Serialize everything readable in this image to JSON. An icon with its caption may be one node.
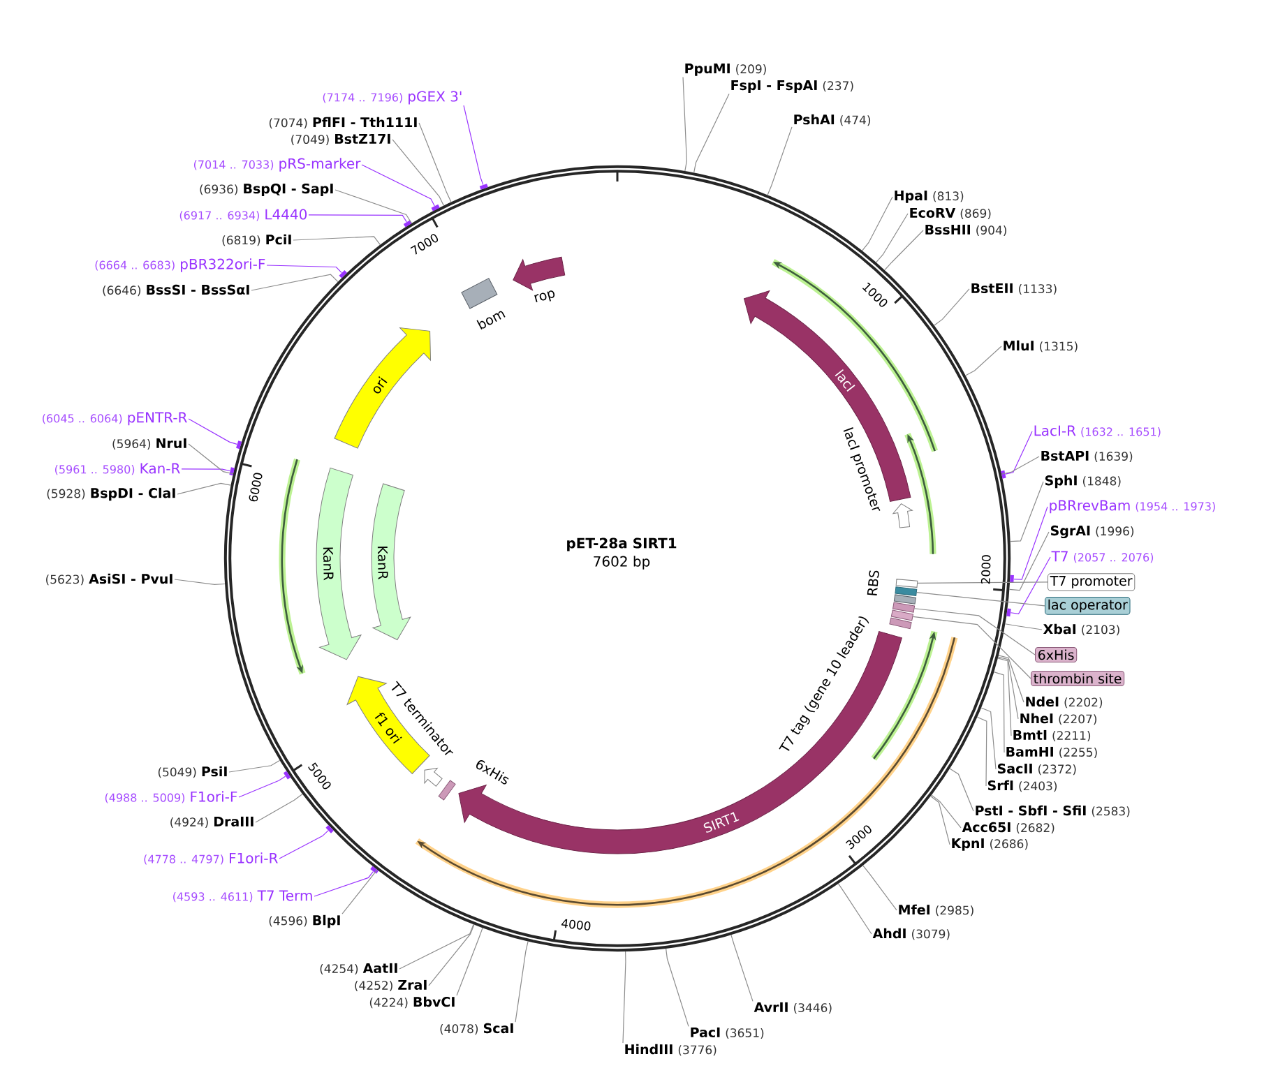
{
  "diagram": {
    "title": "pET-28a SIRT1",
    "nodes": [
      {
        "text": [],
        "shape": "circle"
      },
      {
        "text": [
          "lacI"
        ],
        "in": 0
      },
      {
        "text": [
          "lacI promoter"
        ],
        "in": 0
      },
      {
        "text": [
          "RBS"
        ],
        "in": 0
      },
      {
        "text": [
          "T7 tag (gene 10 leader)"
        ],
        "in": 0
      },
      {
        "text": [
          "SIRT1"
        ],
        "in": 0
      },
      {
        "text": [
          "6xHis"
        ],
        "in": 0
      },
      {
        "text": [
          "T7 terminator"
        ],
        "in": 0
      },
      {
        "text": [
          "f1 ori"
        ],
        "in": 0
      },
      {
        "text": [
          "KanR"
        ],
        "in": 0
      },
      {
        "text": [
          "KanR"
        ],
        "in": 0
      },
      {
        "text": [
          "ori"
        ],
        "in": 0
      },
      {
        "text": [
          "bom"
        ],
        "in": 0
      },
      {
        "text": [
          "rop"
        ],
        "in": 0
      },
      {
        "text": [],
        "shape": "box",
        "in": 0
      },
      {
        "text": [],
        "shape": "box",
        "in": 0
      },
      {
        "text": [],
        "shape": "box",
        "in": 0
      },
      {
        "text": [],
        "shape": "box",
        "in": 0
      },
      {
        "text": [
          "PpuMI",
          "(209)"
        ]
      },
      {
        "text": [
          "FspI - FspAI",
          "(237)"
        ]
      },
      {
        "text": [
          "PshAI",
          "(474)"
        ]
      },
      {
        "text": [
          "HpaI",
          "(813)"
        ]
      },
      {
        "text": [
          "EcoRV",
          "(869)"
        ]
      },
      {
        "text": [
          "BssHII",
          "(904)"
        ]
      },
      {
        "text": [
          "BstEII",
          "(1133)"
        ]
      },
      {
        "text": [
          "MluI",
          "(1315)"
        ]
      },
      {
        "text": [
          "LacI-R",
          "(1632 .. 1651)"
        ]
      },
      {
        "text": [
          "BstAPI",
          "(1639)"
        ]
      },
      {
        "text": [
          "SphI",
          "(1848)"
        ]
      },
      {
        "text": [
          "pBRrevBam",
          "(1954 .. 1973)"
        ]
      },
      {
        "text": [
          "SgrAI",
          "(1996)"
        ]
      },
      {
        "text": [
          "T7",
          "(2057 .. 2076)"
        ]
      },
      {
        "text": [
          "T7 promoter"
        ]
      },
      {
        "text": [
          "lac operator"
        ]
      },
      {
        "text": [
          "XbaI",
          "(2103)"
        ]
      },
      {
        "text": [
          "6xHis"
        ]
      },
      {
        "text": [
          "thrombin site"
        ]
      },
      {
        "text": [
          "NdeI",
          "(2202)"
        ]
      },
      {
        "text": [
          "NheI",
          "(2207)"
        ]
      },
      {
        "text": [
          "BmtI",
          "(2211)"
        ]
      },
      {
        "text": [
          "BamHI",
          "(2255)"
        ]
      },
      {
        "text": [
          "SacII",
          "(2372)"
        ]
      },
      {
        "text": [
          "SrfI",
          "(2403)"
        ]
      },
      {
        "text": [
          "PstI - SbfI - SfiI",
          "(2583)"
        ]
      },
      {
        "text": [
          "Acc65I",
          "(2682)"
        ]
      },
      {
        "text": [
          "KpnI",
          "(2686)"
        ]
      },
      {
        "text": [
          "MfeI",
          "(2985)"
        ]
      },
      {
        "text": [
          "AhdI",
          "(3079)"
        ]
      },
      {
        "text": [
          "AvrII",
          "(3446)"
        ]
      },
      {
        "text": [
          "PacI",
          "(3651)"
        ]
      },
      {
        "text": [
          "HindIII",
          "(3776)"
        ]
      },
      {
        "text": [
          "(4078)",
          "ScaI"
        ]
      },
      {
        "text": [
          "(4224)",
          "BbvCI"
        ]
      },
      {
        "text": [
          "(4252)",
          "ZraI"
        ]
      },
      {
        "text": [
          "(4254)",
          "AatII"
        ]
      },
      {
        "text": [
          "(4596)",
          "BlpI"
        ]
      },
      {
        "text": [
          "(4593 .. 4611)",
          "T7 Term"
        ]
      },
      {
        "text": [
          "(4778 .. 4797)",
          "F1ori-R"
        ]
      },
      {
        "text": [
          "(4924)",
          "DraIII"
        ]
      },
      {
        "text": [
          "(4988 .. 5009)",
          "F1ori-F"
        ]
      },
      {
        "text": [
          "(5049)",
          "PsiI"
        ]
      },
      {
        "text": [
          "(5623)",
          "AsiSI - PvuI"
        ]
      },
      {
        "text": [
          "(5928)",
          "BspDI - ClaI"
        ]
      },
      {
        "text": [
          "(5961 .. 5980)",
          "Kan-R"
        ]
      },
      {
        "text": [
          "(5964)",
          "NruI"
        ]
      },
      {
        "text": [
          "(6045 .. 6064)",
          "pENTR-R"
        ]
      },
      {
        "text": [
          "(6646)",
          "BssSI - BssSαI"
        ]
      },
      {
        "text": [
          "(6664 .. 6683)",
          "pBR322ori-F"
        ]
      },
      {
        "text": [
          "(6819)",
          "PciI"
        ]
      },
      {
        "text": [
          "(6917 .. 6934)",
          "L4440"
        ]
      },
      {
        "text": [
          "(6936)",
          "BspQI - SapI"
        ]
      },
      {
        "text": [
          "(7014 .. 7033)",
          "pRS-marker"
        ]
      },
      {
        "text": [
          "(7049)",
          "BstZ17I"
        ]
      },
      {
        "text": [
          "(7074)",
          "PflFI - Tth111I"
        ]
      },
      {
        "text": [
          "(7174 .. 7196)",
          "pGEX 3'"
        ]
      },
      {
        "text": [],
        "shape": "bar"
      },
      {
        "text": [],
        "shape": "bar"
      },
      {
        "text": [],
        "shape": "bar"
      },
      {
        "text": [],
        "shape": "bar"
      },
      {
        "text": [],
        "shape": "bar"
      },
      {
        "text": [],
        "shape": "bar"
      },
      {
        "text": [],
        "shape": "bar"
      },
      {
        "text": [],
        "shape": "bar"
      },
      {
        "text": [],
        "shape": "bar"
      },
      {
        "text": [],
        "shape": "bar"
      },
      {
        "text": [],
        "shape": "bar"
      },
      {
        "text": [],
        "shape": "bar"
      }
    ],
    "edges": [
      {
        "from": 18,
        "to": 0,
        "arrow": "none"
      },
      {
        "from": 19,
        "to": 0,
        "arrow": "none"
      },
      {
        "from": 20,
        "to": 0,
        "arrow": "none"
      },
      {
        "from": 21,
        "to": 0,
        "arrow": "none"
      },
      {
        "from": 22,
        "to": 0,
        "arrow": "none"
      },
      {
        "from": 23,
        "to": 0,
        "arrow": "none"
      },
      {
        "from": 24,
        "to": 0,
        "arrow": "none"
      },
      {
        "from": 25,
        "to": 0,
        "arrow": "none"
      },
      {
        "from": 26,
        "to": 75,
        "arrow": "none",
        "color": "#9933ff"
      },
      {
        "from": 27,
        "to": 0,
        "arrow": "none"
      },
      {
        "from": 28,
        "to": 0,
        "arrow": "none"
      },
      {
        "from": 29,
        "to": 76,
        "arrow": "none",
        "color": "#9933ff"
      },
      {
        "from": 30,
        "to": 0,
        "arrow": "none"
      },
      {
        "from": 31,
        "to": 77,
        "arrow": "none",
        "color": "#9933ff"
      },
      {
        "from": 32,
        "to": 14,
        "arrow": "none"
      },
      {
        "from": 33,
        "to": 15,
        "arrow": "none"
      },
      {
        "from": 34,
        "to": 0,
        "arrow": "none"
      },
      {
        "from": 35,
        "to": 16,
        "arrow": "none"
      },
      {
        "from": 36,
        "to": 17,
        "arrow": "none"
      },
      {
        "from": 37,
        "to": 0,
        "arrow": "none"
      },
      {
        "from": 38,
        "to": 0,
        "arrow": "none"
      },
      {
        "from": 39,
        "to": 0,
        "arrow": "none"
      },
      {
        "from": 40,
        "to": 0,
        "arrow": "none"
      },
      {
        "from": 41,
        "to": 0,
        "arrow": "none"
      },
      {
        "from": 42,
        "to": 0,
        "arrow": "none"
      },
      {
        "from": 43,
        "to": 0,
        "arrow": "none"
      },
      {
        "from": 44,
        "to": 0,
        "arrow": "none"
      },
      {
        "from": 45,
        "to": 0,
        "arrow": "none"
      },
      {
        "from": 46,
        "to": 0,
        "arrow": "none"
      },
      {
        "from": 47,
        "to": 0,
        "arrow": "none"
      },
      {
        "from": 48,
        "to": 0,
        "arrow": "none"
      },
      {
        "from": 49,
        "to": 0,
        "arrow": "none"
      },
      {
        "from": 50,
        "to": 0,
        "arrow": "none"
      },
      {
        "from": 51,
        "to": 0,
        "arrow": "none"
      },
      {
        "from": 52,
        "to": 0,
        "arrow": "none"
      },
      {
        "from": 53,
        "to": 0,
        "arrow": "none"
      },
      {
        "from": 54,
        "to": 0,
        "arrow": "none"
      },
      {
        "from": 55,
        "to": 0,
        "arrow": "none"
      },
      {
        "from": 56,
        "to": 78,
        "arrow": "none",
        "color": "#9933ff"
      },
      {
        "from": 57,
        "to": 79,
        "arrow": "none",
        "color": "#9933ff"
      },
      {
        "from": 58,
        "to": 0,
        "arrow": "none"
      },
      {
        "from": 59,
        "to": 80,
        "arrow": "none",
        "color": "#9933ff"
      },
      {
        "from": 60,
        "to": 0,
        "arrow": "none"
      },
      {
        "from": 61,
        "to": 0,
        "arrow": "none"
      },
      {
        "from": 62,
        "to": 0,
        "arrow": "none"
      },
      {
        "from": 63,
        "to": 81,
        "arrow": "none",
        "color": "#9933ff"
      },
      {
        "from": 64,
        "to": 0,
        "arrow": "none"
      },
      {
        "from": 65,
        "to": 82,
        "arrow": "none",
        "color": "#9933ff"
      },
      {
        "from": 66,
        "to": 0,
        "arrow": "none"
      },
      {
        "from": 67,
        "to": 83,
        "arrow": "none",
        "color": "#9933ff"
      },
      {
        "from": 68,
        "to": 0,
        "arrow": "none"
      },
      {
        "from": 69,
        "to": 84,
        "arrow": "none",
        "color": "#9933ff"
      },
      {
        "from": 70,
        "to": 0,
        "arrow": "none"
      },
      {
        "from": 71,
        "to": 85,
        "arrow": "none",
        "color": "#9933ff"
      },
      {
        "from": 72,
        "to": 0,
        "arrow": "none"
      },
      {
        "from": 73,
        "to": 0,
        "arrow": "none"
      },
      {
        "from": 74,
        "to": 86,
        "arrow": "none",
        "color": "#9933ff"
      }
    ],
    "labels": [
      "7602 bp",
      "1000",
      "2000",
      "3000",
      "4000",
      "5000",
      "6000",
      "7000"
    ]
  }
}
